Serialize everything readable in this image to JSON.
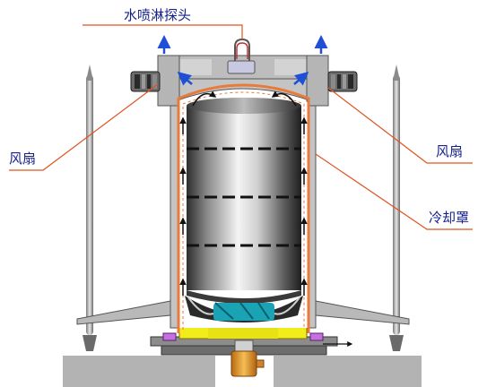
{
  "labels": {
    "spray_probe": "水喷淋探头",
    "fan_left": "风扇",
    "fan_right": "风扇",
    "cooling_hood": "冷却罩"
  },
  "colors": {
    "label_text": "#16208c",
    "leader_line": "#e0531f",
    "hood_outline": "#e87a3a",
    "air_arrow": "#1f4fd6",
    "ground": "#b3b3b3",
    "support_yellow": "#f3ec1b",
    "base_cyan": "#19a3b5",
    "nozzle_orange": "#e29626"
  }
}
